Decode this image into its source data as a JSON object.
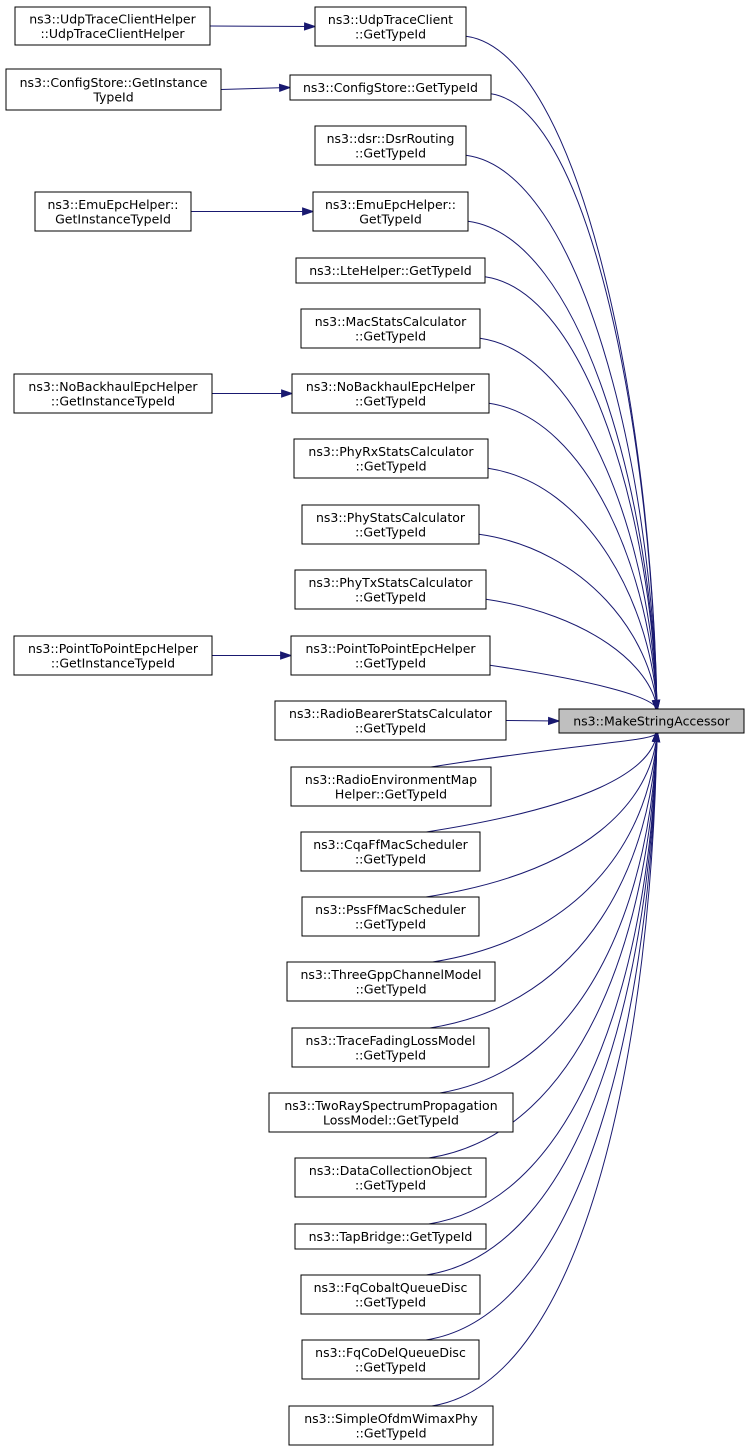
{
  "target": {
    "id": "make-string-accessor",
    "label": [
      "ns3::MakeStringAccessor"
    ]
  },
  "callers": [
    {
      "id": "udp-trace-client",
      "label": [
        "ns3::UdpTraceClient",
        "::GetTypeId"
      ]
    },
    {
      "id": "config-store",
      "label": [
        "ns3::ConfigStore::GetTypeId"
      ]
    },
    {
      "id": "dsr-routing",
      "label": [
        "ns3::dsr::DsrRouting",
        "::GetTypeId"
      ]
    },
    {
      "id": "emu-epc-helper",
      "label": [
        "ns3::EmuEpcHelper::",
        "GetTypeId"
      ]
    },
    {
      "id": "lte-helper",
      "label": [
        "ns3::LteHelper::GetTypeId"
      ]
    },
    {
      "id": "mac-stats-calculator",
      "label": [
        "ns3::MacStatsCalculator",
        "::GetTypeId"
      ]
    },
    {
      "id": "no-backhaul-epc-helper",
      "label": [
        "ns3::NoBackhaulEpcHelper",
        "::GetTypeId"
      ]
    },
    {
      "id": "phy-rx-stats-calculator",
      "label": [
        "ns3::PhyRxStatsCalculator",
        "::GetTypeId"
      ]
    },
    {
      "id": "phy-stats-calculator",
      "label": [
        "ns3::PhyStatsCalculator",
        "::GetTypeId"
      ]
    },
    {
      "id": "phy-tx-stats-calculator",
      "label": [
        "ns3::PhyTxStatsCalculator",
        "::GetTypeId"
      ]
    },
    {
      "id": "point-to-point-epc-helper",
      "label": [
        "ns3::PointToPointEpcHelper",
        "::GetTypeId"
      ]
    },
    {
      "id": "radio-bearer-stats-calculator",
      "label": [
        "ns3::RadioBearerStatsCalculator",
        "::GetTypeId"
      ]
    },
    {
      "id": "radio-environment-map-helper",
      "label": [
        "ns3::RadioEnvironmentMap",
        "Helper::GetTypeId"
      ]
    },
    {
      "id": "cqa-ff-mac-scheduler",
      "label": [
        "ns3::CqaFfMacScheduler",
        "::GetTypeId"
      ]
    },
    {
      "id": "pss-ff-mac-scheduler",
      "label": [
        "ns3::PssFfMacScheduler",
        "::GetTypeId"
      ]
    },
    {
      "id": "three-gpp-channel-model",
      "label": [
        "ns3::ThreeGppChannelModel",
        "::GetTypeId"
      ]
    },
    {
      "id": "trace-fading-loss-model",
      "label": [
        "ns3::TraceFadingLossModel",
        "::GetTypeId"
      ]
    },
    {
      "id": "two-ray-spectrum-propagation-loss-model",
      "label": [
        "ns3::TwoRaySpectrumPropagation",
        "LossModel::GetTypeId"
      ]
    },
    {
      "id": "data-collection-object",
      "label": [
        "ns3::DataCollectionObject",
        "::GetTypeId"
      ]
    },
    {
      "id": "tap-bridge",
      "label": [
        "ns3::TapBridge::GetTypeId"
      ]
    },
    {
      "id": "fq-cobalt-queue-disc",
      "label": [
        "ns3::FqCobaltQueueDisc",
        "::GetTypeId"
      ]
    },
    {
      "id": "fq-codel-queue-disc",
      "label": [
        "ns3::FqCoDelQueueDisc",
        "::GetTypeId"
      ]
    },
    {
      "id": "simple-ofdm-wimax-phy",
      "label": [
        "ns3::SimpleOfdmWimaxPhy",
        "::GetTypeId"
      ]
    }
  ],
  "secondary": [
    {
      "id": "udp-trace-client-helper",
      "label": [
        "ns3::UdpTraceClientHelper",
        "::UdpTraceClientHelper"
      ],
      "calls": "udp-trace-client"
    },
    {
      "id": "config-store-get-instance-type-id",
      "label": [
        "ns3::ConfigStore::GetInstance",
        "TypeId"
      ],
      "calls": "config-store"
    },
    {
      "id": "emu-epc-helper-get-instance-type-id",
      "label": [
        "ns3::EmuEpcHelper::",
        "GetInstanceTypeId"
      ],
      "calls": "emu-epc-helper"
    },
    {
      "id": "no-backhaul-epc-helper-get-instance-type-id",
      "label": [
        "ns3::NoBackhaulEpcHelper",
        "::GetInstanceTypeId"
      ],
      "calls": "no-backhaul-epc-helper"
    },
    {
      "id": "point-to-point-epc-helper-get-instance-type-id",
      "label": [
        "ns3::PointToPointEpcHelper",
        "::GetInstanceTypeId"
      ],
      "calls": "point-to-point-epc-helper"
    }
  ],
  "colors": {
    "edge": "#191970",
    "target_fill": "#bfbfbf",
    "node_fill": "#ffffff",
    "node_stroke": "#000000"
  }
}
